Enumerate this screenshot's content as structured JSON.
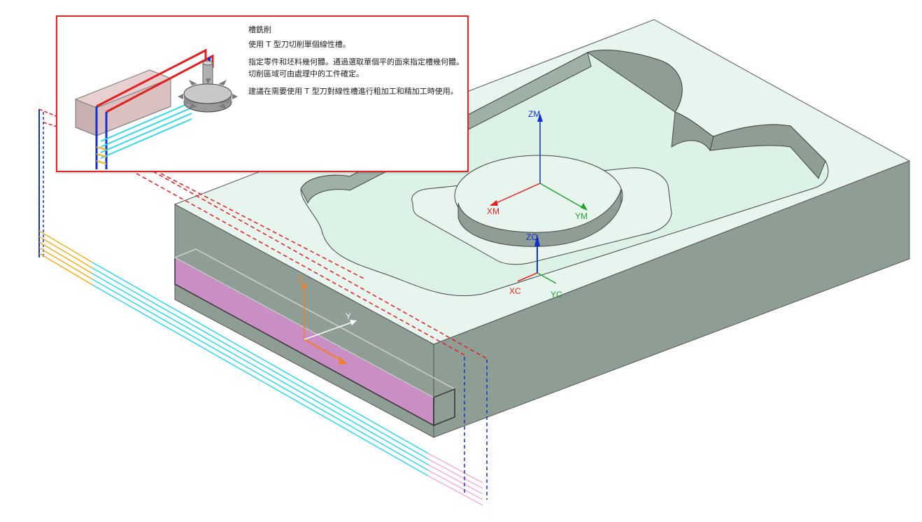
{
  "tooltip": {
    "title": "槽銑削",
    "paragraphs": [
      "使用 T 型刀切削單個線性槽。",
      "指定零件和坯料幾何體。通過選取單個平的面來指定槽幾何體。切削區域可由處理中的工件確定。",
      "建議在需要使用 T 型刀對線性槽進行粗加工和精加工時使用。"
    ]
  },
  "axes": {
    "zm": "ZM",
    "xm": "XM",
    "ym": "YM",
    "zc": "ZC",
    "xc": "XC",
    "yc": "YC",
    "z": "Z",
    "y": "Y"
  },
  "colors": {
    "part_top": "#e8f5ee",
    "part_side": "#8e9e95",
    "slot_fill": "#c98fc4",
    "path_red": "#e02020",
    "path_blue": "#1030d0",
    "path_cyan": "#30d8e8",
    "path_orange": "#f0b020",
    "path_pink": "#f0b0dc"
  }
}
